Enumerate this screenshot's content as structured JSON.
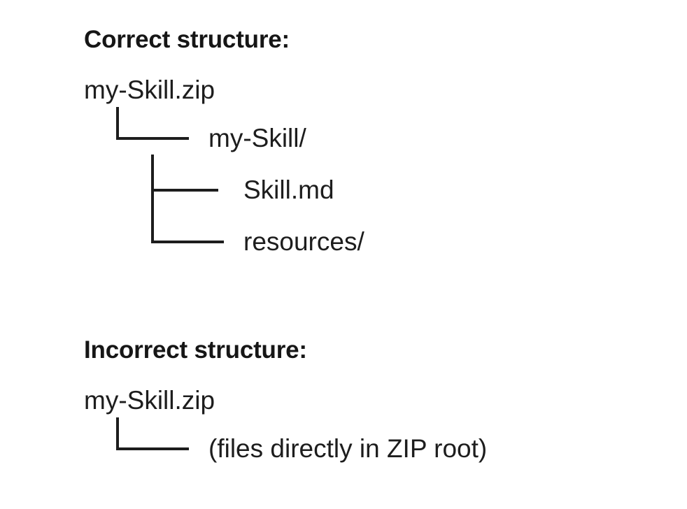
{
  "document": {
    "background_color": "#ffffff",
    "text_color": "#191919"
  },
  "sections": [
    {
      "id": "correct",
      "heading": "Correct structure:",
      "rows": [
        {
          "depth": 0,
          "connector": "none",
          "label": "my-Skill.zip"
        },
        {
          "depth": 1,
          "connector": "elbow",
          "label": "my-Skill/"
        },
        {
          "depth": 2,
          "connector": "tee",
          "label": "Skill.md"
        },
        {
          "depth": 2,
          "connector": "elbow",
          "label": "resources/"
        }
      ]
    },
    {
      "id": "incorrect",
      "heading": "Incorrect structure:",
      "rows": [
        {
          "depth": 0,
          "connector": "none",
          "label": "my-Skill.zip"
        },
        {
          "depth": 1,
          "connector": "elbow",
          "label": "(files directly in ZIP root)"
        }
      ]
    }
  ],
  "glyphs": {
    "elbow": "└──",
    "tee": "├──"
  }
}
